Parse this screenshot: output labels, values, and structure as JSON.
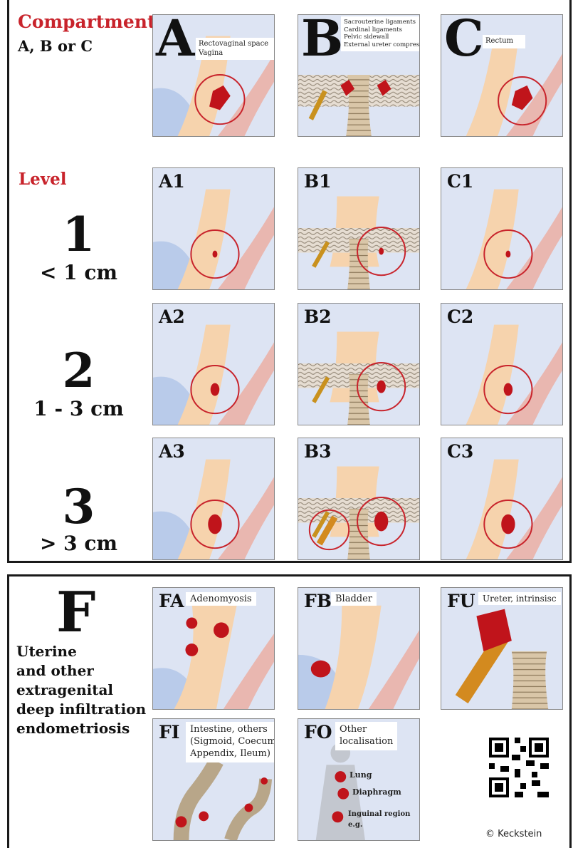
{
  "compartment": {
    "title": "Compartment",
    "subtitle": "A, B or C",
    "items": [
      {
        "letter": "A",
        "notes": [
          "Rectovaginal space",
          "Vagina"
        ]
      },
      {
        "letter": "B",
        "notes": [
          "Sacrouterine ligaments",
          "Cardinal ligaments",
          "Pelvic sidewall",
          "External ureter compression"
        ]
      },
      {
        "letter": "C",
        "notes": [
          "Rectum"
        ]
      }
    ]
  },
  "level": {
    "title": "Level",
    "rows": [
      {
        "number": "1",
        "range": "< 1 cm",
        "tiles": [
          "A1",
          "B1",
          "C1"
        ]
      },
      {
        "number": "2",
        "range": "1 - 3 cm",
        "tiles": [
          "A2",
          "B2",
          "C2"
        ]
      },
      {
        "number": "3",
        "range": "> 3 cm",
        "tiles": [
          "A3",
          "B3",
          "C3"
        ]
      }
    ]
  },
  "f_section": {
    "letter": "F",
    "description": [
      "Uterine",
      "and other",
      "extragenital",
      "deep infiltration",
      "endometriosis"
    ],
    "tiles": [
      {
        "label": "FA",
        "caption": [
          "Adenomyosis"
        ]
      },
      {
        "label": "FB",
        "caption": [
          "Bladder"
        ]
      },
      {
        "label": "FU",
        "caption": [
          "Ureter, intrinsisc"
        ]
      },
      {
        "label": "FI",
        "caption": [
          "Intestine, others",
          "(Sigmoid, Coecum,",
          "Appendix, Ileum)"
        ]
      },
      {
        "label": "FO",
        "caption": [
          "Other",
          "localisation"
        ],
        "sites": [
          "Lung",
          "Diaphragm",
          "Inguinal region",
          "e.g."
        ]
      }
    ]
  },
  "copyright": "© Keckstein",
  "colors": {
    "lesion": "#c0141b",
    "accent": "#c8232b",
    "tissue": "#f6d3ad",
    "bladder": "#b9cbea",
    "rectum": "#e9b7b0"
  }
}
